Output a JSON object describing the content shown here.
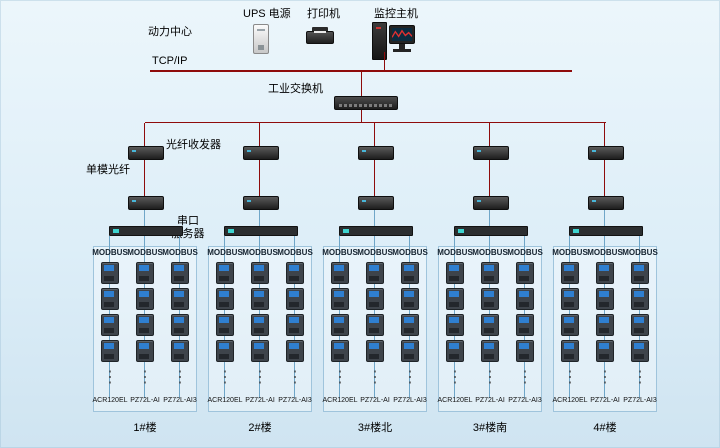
{
  "header": {
    "power_center_label": "动力中心",
    "ups_label": "UPS 电源",
    "printer_label": "打印机",
    "monitor_label": "监控主机",
    "tcpip_label": "TCP/IP",
    "switch_label": "工业交换机"
  },
  "annotations": {
    "fiber_transceiver_label": "光纤收发器",
    "single_mode_fiber_label": "单模光纤",
    "serial_server_label_line1": "串口",
    "serial_server_label_line2": "服务器"
  },
  "ellipsis": "⋮",
  "meter_rows": 4,
  "groups": [
    {
      "name": "1#楼",
      "protocols": [
        "MODBUS",
        "MODBUS",
        "MODBUS"
      ],
      "meter_types": [
        "ACR120EL",
        "PZ72L-AI",
        "PZ72L-AI3"
      ]
    },
    {
      "name": "2#楼",
      "protocols": [
        "MODBUS",
        "MODBUS",
        "MODBUS"
      ],
      "meter_types": [
        "ACR120EL",
        "PZ72L-AI",
        "PZ72L-AI3"
      ]
    },
    {
      "name": "3#楼北",
      "protocols": [
        "MODBUS",
        "MODBUS",
        "MODBUS"
      ],
      "meter_types": [
        "ACR120EL",
        "PZ72L-AI",
        "PZ72L-AI3"
      ]
    },
    {
      "name": "3#楼南",
      "protocols": [
        "MODBUS",
        "MODBUS",
        "MODBUS"
      ],
      "meter_types": [
        "ACR120EL",
        "PZ72L-AI",
        "PZ72L-AI3"
      ]
    },
    {
      "name": "4#楼",
      "protocols": [
        "MODBUS",
        "MODBUS",
        "MODBUS"
      ],
      "meter_types": [
        "ACR120EL",
        "PZ72L-AI",
        "PZ72L-AI3"
      ]
    }
  ],
  "colors": {
    "line_red": "#8e0b0b",
    "line_blue": "#6fa6c8",
    "box_border": "#9fc4dc",
    "meter_screen_blue": "#2f7fd0"
  }
}
